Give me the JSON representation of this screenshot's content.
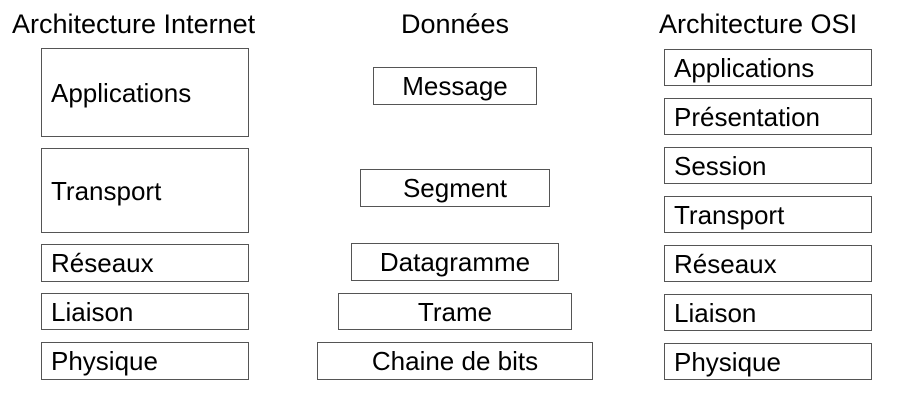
{
  "headings": {
    "internet": "Architecture Internet",
    "data": "Données",
    "osi": "Architecture OSI"
  },
  "internet_layers": [
    "Applications",
    "Transport",
    "Réseaux",
    "Liaison",
    "Physique"
  ],
  "data_units": [
    "Message",
    "Segment",
    "Datagramme",
    "Trame",
    "Chaine de bits"
  ],
  "osi_layers": [
    "Applications",
    "Présentation",
    "Session",
    "Transport",
    "Réseaux",
    "Liaison",
    "Physique"
  ],
  "colors": {
    "border": "#555555",
    "text": "#000000",
    "background": "#ffffff"
  }
}
